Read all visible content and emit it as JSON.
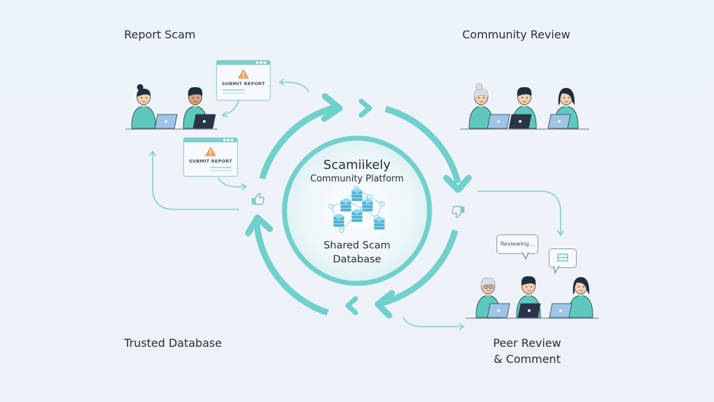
{
  "diagram": {
    "platform_name": "Scamiikely",
    "platform_subtitle": "Community Platform",
    "database_label_line1": "Shared Scam",
    "database_label_line2": "Database",
    "stages": [
      {
        "id": "report-scam",
        "label": "Report Scam"
      },
      {
        "id": "community-review",
        "label": "Community Review"
      },
      {
        "id": "peer-review",
        "label_line1": "Peer Review",
        "label_line2": "& Comment"
      },
      {
        "id": "trusted-database",
        "label": "Trusted Database"
      }
    ],
    "report_cards": [
      {
        "label": "SUBMIT REPORT"
      },
      {
        "label": "SUBMIT REPORT"
      }
    ],
    "speech_bubbles": [
      {
        "text": "Reviewing..."
      },
      {
        "text": ""
      }
    ],
    "icons": {
      "vote_up": "thumbs-up-icon",
      "vote_down": "thumbs-down-icon",
      "warning": "warning-icon",
      "database": "database-network-icon"
    },
    "colors": {
      "accent": "#6fd0cc",
      "accent_dark": "#5cc4c0",
      "shirt": "#5dc9bd",
      "warning": "#f0a25e",
      "laptop_dark": "#2c3349",
      "laptop_light": "#9ec5e8",
      "text": "#2a2d33",
      "background": "#edf3fa"
    }
  }
}
